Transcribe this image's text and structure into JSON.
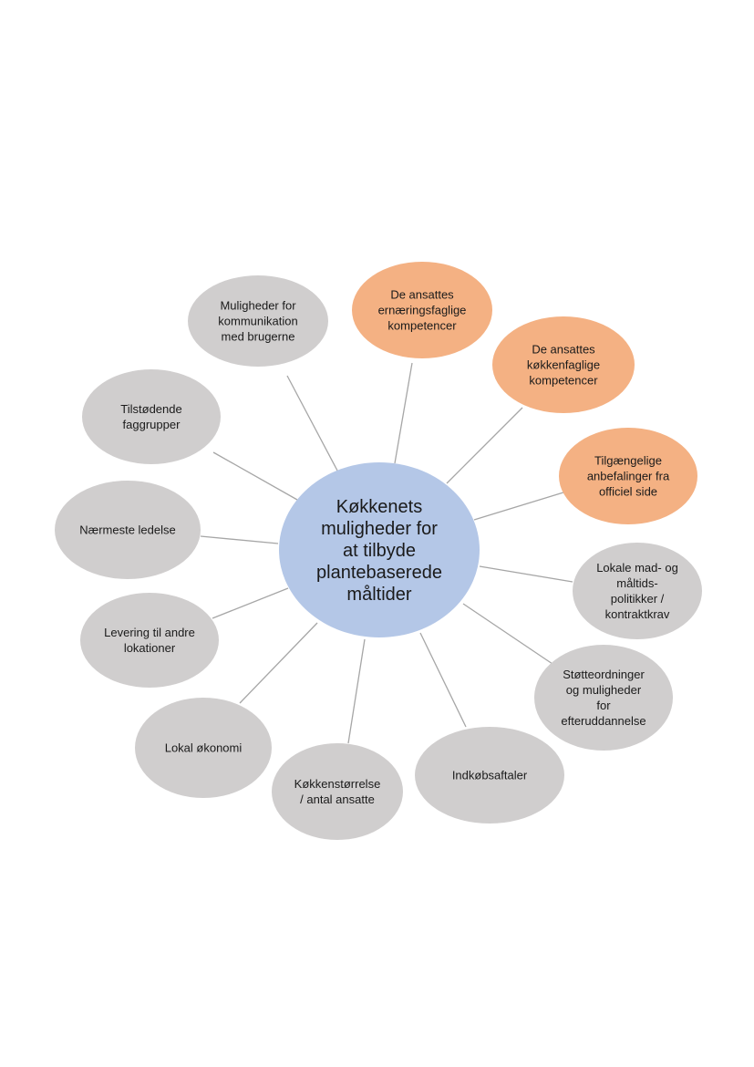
{
  "center": {
    "lines": [
      "Køkkenets",
      "muligheder for",
      "at tilbyde",
      "plantebaserede",
      "måltider"
    ]
  },
  "nodes": [
    {
      "id": "kommunikation",
      "lines": [
        "Muligheder for",
        "kommunikation",
        "med brugerne"
      ],
      "category": "grey"
    },
    {
      "id": "ernaeringsfaglige",
      "lines": [
        "De ansattes",
        "ernæringsfaglige",
        "kompetencer"
      ],
      "category": "orange"
    },
    {
      "id": "koekkenfaglige",
      "lines": [
        "De ansattes",
        "køkkenfaglige",
        "kompetencer"
      ],
      "category": "orange"
    },
    {
      "id": "anbefalinger",
      "lines": [
        "Tilgængelige",
        "anbefalinger fra",
        "officiel side"
      ],
      "category": "orange"
    },
    {
      "id": "politikker",
      "lines": [
        "Lokale mad- og",
        "måltids-",
        "politikker /",
        "kontraktkrav"
      ],
      "category": "grey"
    },
    {
      "id": "stoetteordninger",
      "lines": [
        "Støtteordninger",
        "og muligheder",
        "for",
        "efteruddannelse"
      ],
      "category": "grey"
    },
    {
      "id": "indkoebsaftaler",
      "lines": [
        "Indkøbsaftaler"
      ],
      "category": "grey"
    },
    {
      "id": "koekkenstoerrelse",
      "lines": [
        "Køkkenstørrelse",
        "/ antal ansatte"
      ],
      "category": "grey"
    },
    {
      "id": "lokal-oekonomi",
      "lines": [
        "Lokal økonomi"
      ],
      "category": "grey"
    },
    {
      "id": "levering",
      "lines": [
        "Levering til andre",
        "lokationer"
      ],
      "category": "grey"
    },
    {
      "id": "ledelse",
      "lines": [
        "Nærmeste ledelse"
      ],
      "category": "grey"
    },
    {
      "id": "faggrupper",
      "lines": [
        "Tilstødende",
        "faggrupper"
      ],
      "category": "grey"
    }
  ],
  "colors": {
    "center": "#b4c7e7",
    "orange": "#f4b183",
    "grey": "#d0cece",
    "connector": "#a6a6a6"
  }
}
